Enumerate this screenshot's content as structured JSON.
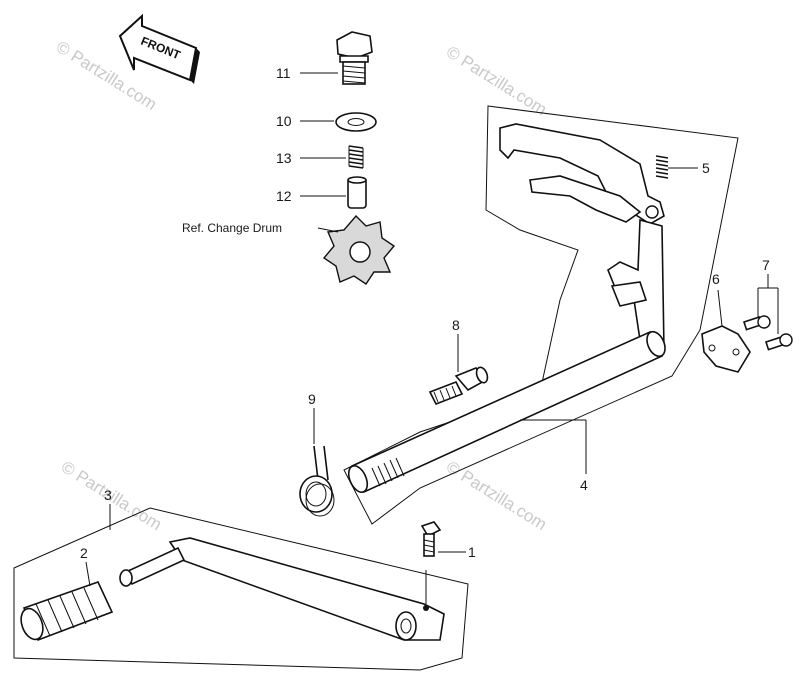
{
  "front_label": "FRONT",
  "callouts": {
    "c1": "1",
    "c2": "2",
    "c3": "3",
    "c4": "4",
    "c5": "5",
    "c6": "6",
    "c7": "7",
    "c8": "8",
    "c9": "9",
    "c10": "10",
    "c11": "11",
    "c12": "12",
    "c13": "13"
  },
  "ref_label": "Ref. Change Drum",
  "watermark": "© Partzilla.com"
}
